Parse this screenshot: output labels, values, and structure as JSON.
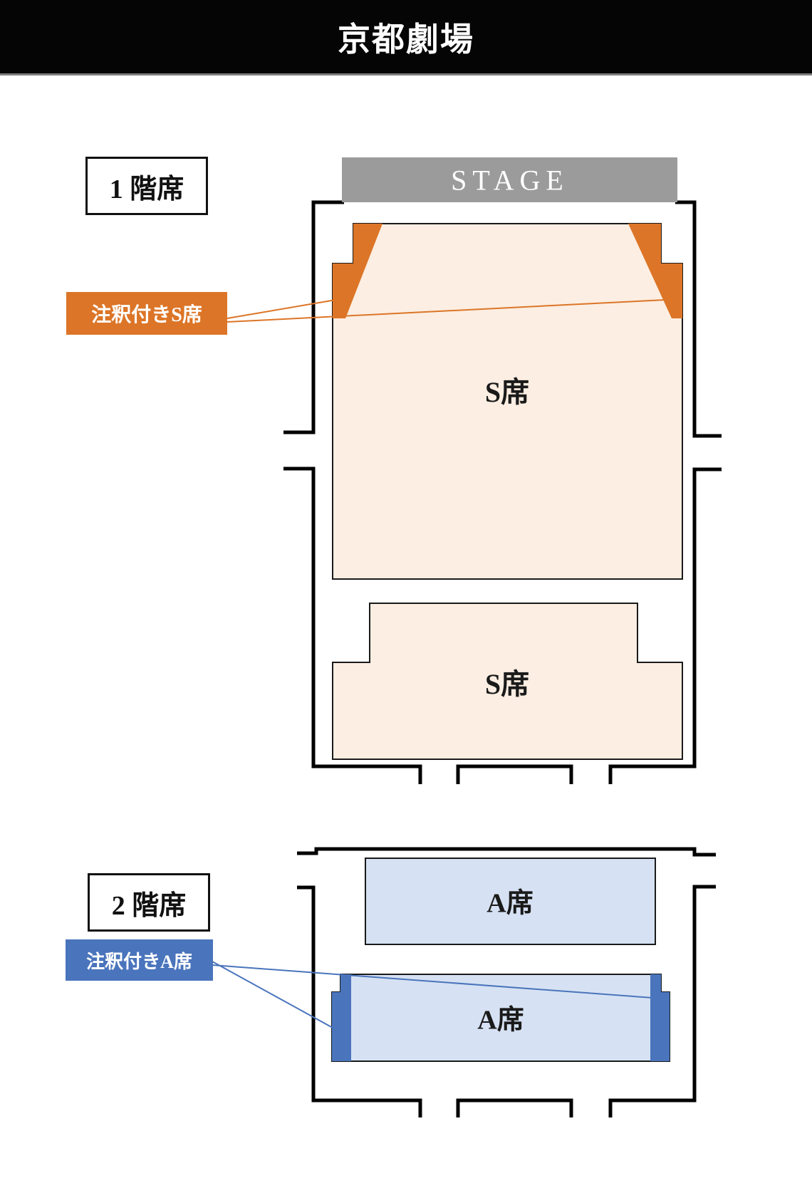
{
  "title": "京都劇場",
  "colors": {
    "header_bg": "#050505",
    "header_divider": "#7d7d7d",
    "stage_gray": "#9B9B9B",
    "wall": "#000000",
    "s_seat_fill": "#FCEEE2",
    "s_seat_annotated": "#DC7527",
    "a_seat_fill": "#D6E2F3",
    "a_seat_annotated": "#4A74BC"
  },
  "floor1": {
    "label": "1 階席",
    "stage": "STAGE",
    "front_block": "S席",
    "rear_block": "S席",
    "annotation": "注釈付きS席"
  },
  "floor2": {
    "label": "2 階席",
    "front_block": "A席",
    "rear_block": "A席",
    "annotation": "注釈付きA席"
  }
}
